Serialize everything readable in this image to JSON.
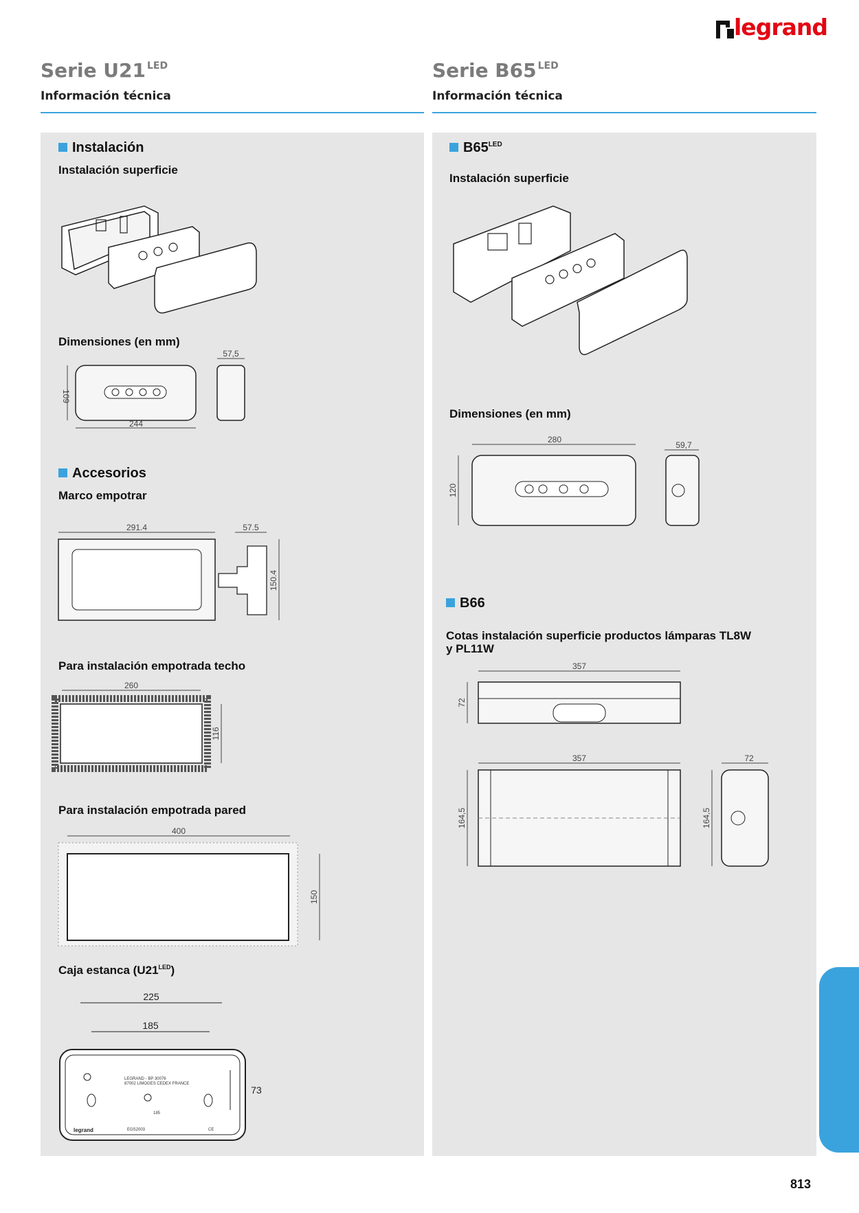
{
  "brand": {
    "logo_text": "legrand"
  },
  "left": {
    "series": "Serie U21",
    "series_sup": "LED",
    "info": "Información técnica",
    "installation": {
      "heading": "Instalación",
      "subheading": "Instalación superficie"
    },
    "dimensions": {
      "heading": "Dimensiones (en mm)",
      "height": "109",
      "width": "244",
      "depth": "57,5"
    },
    "accessories": {
      "heading": "Accesorios",
      "marco": "Marco empotrar",
      "marco_width": "291.4",
      "marco_depth": "57.5",
      "marco_height": "150.4",
      "techo": "Para instalación empotrada techo",
      "techo_width": "260",
      "techo_height": "116",
      "pared": "Para instalación empotrada pared",
      "pared_width": "400",
      "pared_height": "150",
      "caja": "Caja estanca (U21",
      "caja_sup": "LED",
      "caja_close": ")",
      "caja_outer": "225",
      "caja_inner": "185",
      "caja_height": "73",
      "caja_label1": "LEGRAND - BP 30076",
      "caja_label2": "87002 LIMOGES CEDEX FRANCE",
      "caja_brand": "legrand",
      "caja_small1": "185",
      "caja_ref": "EGS2003",
      "caja_ce": "CE"
    }
  },
  "right": {
    "series": "Serie B65",
    "series_sup": "LED",
    "info": "Información técnica",
    "b65": {
      "heading": "B65",
      "heading_sup": "LED",
      "subheading": "Instalación superficie",
      "dim_heading": "Dimensiones (en mm)",
      "width": "280",
      "height": "120",
      "depth": "59,7"
    },
    "b66": {
      "heading": "B66",
      "subheading_line1": "Cotas instalación superficie productos lámparas TL8W",
      "subheading_line2": "y PL11W",
      "top_width": "357",
      "top_height": "72",
      "front_width": "357",
      "front_height": "164,5",
      "side_depth": "72",
      "side_height": "164,5"
    }
  },
  "page_number": "813",
  "colors": {
    "accent": "#3aa3dd",
    "brand": "#e30613",
    "panel": "#e6e6e6",
    "title_grey": "#7b7b7b"
  }
}
